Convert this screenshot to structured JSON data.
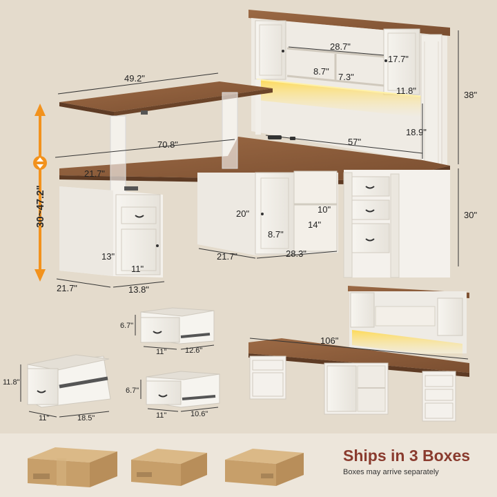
{
  "colors": {
    "background": "#e4dbcc",
    "wood": "#8a5a38",
    "white_panel": "#f6f4ef",
    "accent_orange": "#f2921d",
    "title_red": "#8a3b2e",
    "cardboard": "#c79f6a"
  },
  "dimensions": {
    "top_width": "49.2\"",
    "desk_length": "70.8\"",
    "desk_depth": "21.7\"",
    "height_range": "30~47.2\"",
    "left_cabinet_depth": "21.7\"",
    "left_cabinet_width": "13.8\"",
    "left_door_height": "13\"",
    "left_door_width": "11\"",
    "center_height": "20\"",
    "center_depth": "21.7\"",
    "center_width": "28.3\"",
    "center_door_width": "8.7\"",
    "center_shelf_width": "14\"",
    "center_shelf_height": "10\"",
    "hutch_shelf_width": "28.7\"",
    "hutch_cubby_height": "8.7\"",
    "hutch_cubby_width": "7.3\"",
    "hutch_door_height": "17.7\"",
    "hutch_door_width": "11.8\"",
    "hutch_clearance": "18.9\"",
    "hutch_height": "38\"",
    "return_length": "57\"",
    "desk_height": "30\"",
    "straight_length": "106\"",
    "drawer_small_a_height": "6.7\"",
    "drawer_small_a_depth": "11\"",
    "drawer_small_a_width": "12.6\"",
    "drawer_large_height": "11.8\"",
    "drawer_large_depth": "11\"",
    "drawer_large_width": "18.5\"",
    "drawer_small_b_height": "6.7\"",
    "drawer_small_b_depth": "11\"",
    "drawer_small_b_width": "10.6\""
  },
  "shipping": {
    "title": "Ships in 3 Boxes",
    "subtitle": "Boxes may arrive separately"
  }
}
